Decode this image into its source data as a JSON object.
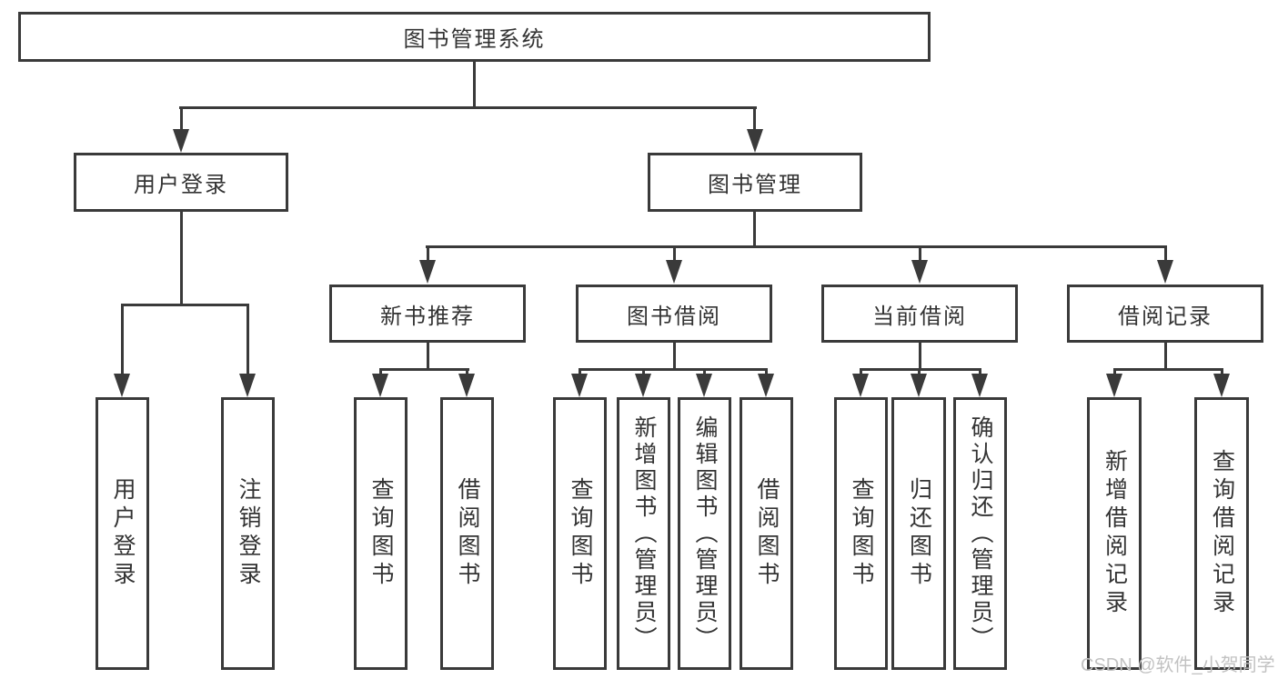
{
  "diagram": {
    "root": {
      "label": "图书管理系统"
    },
    "user_login": {
      "label": "用户登录",
      "children": [
        {
          "label": "用户登录"
        },
        {
          "label": "注销登录"
        }
      ]
    },
    "book_management": {
      "label": "图书管理",
      "groups": [
        {
          "label": "新书推荐",
          "children": [
            {
              "label": "查询图书"
            },
            {
              "label": "借阅图书"
            }
          ]
        },
        {
          "label": "图书借阅",
          "children": [
            {
              "label": "查询图书"
            },
            {
              "label": "新增图书（管理员）"
            },
            {
              "label": "编辑图书（管理员）"
            },
            {
              "label": "借阅图书"
            }
          ]
        },
        {
          "label": "当前借阅",
          "children": [
            {
              "label": "查询图书"
            },
            {
              "label": "归还图书"
            },
            {
              "label": "确认归还（管理员）"
            }
          ]
        },
        {
          "label": "借阅记录",
          "children": [
            {
              "label": "新增借阅记录"
            },
            {
              "label": "查询借阅记录"
            }
          ]
        }
      ]
    }
  },
  "watermark": {
    "text": "CSDN @软件_小贺同学"
  },
  "colors": {
    "line": "#3a3a3a",
    "text": "#333333",
    "watermark": "#c2c2c2",
    "background": "#ffffff"
  }
}
